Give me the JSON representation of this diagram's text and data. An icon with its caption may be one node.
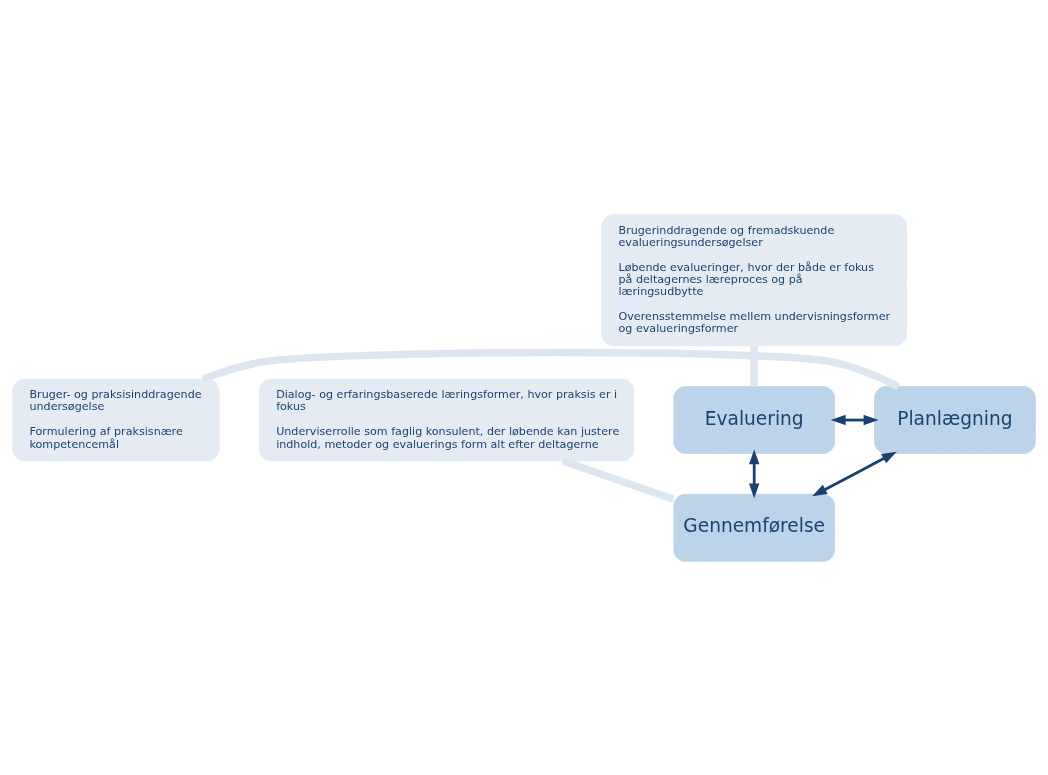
{
  "diagram": {
    "nodes": [
      {
        "text": [
          "Evaluering"
        ]
      },
      {
        "text": [
          "Planlægning"
        ]
      },
      {
        "text": [
          "Gennemførelse"
        ]
      },
      {
        "text": [
          "Brugerinddragende og fremadskuende evalueringsundersøgelser",
          "Løbende evalueringer, hvor der både er fokus på deltagernes læreproces og på læringsudbytte",
          "Overensstemmelse mellem undervisningsformer og evalueringsformer"
        ]
      },
      {
        "text": [
          "Bruger- og praksisinddragende undersøgelse",
          "Formulering af praksisnære kompetencemål"
        ]
      },
      {
        "text": [
          "Dialog- og erfaringsbaserede læringsformer, hvor praksis er i fokus",
          "Underviserrolle som faglig konsulent, der løbende kan justere indhold, metoder og evaluerings form alt efter deltagerne"
        ]
      }
    ],
    "edges": [
      {
        "from": 0,
        "to": 1,
        "arrow": "both",
        "color": "#1b426e"
      },
      {
        "from": 1,
        "to": 2,
        "arrow": "both",
        "color": "#1b426e"
      },
      {
        "from": 2,
        "to": 0,
        "arrow": "both",
        "color": "#1b426e"
      },
      {
        "from": 3,
        "to": 0,
        "arrow": "none",
        "style": "thick",
        "color": "#dde6f0"
      },
      {
        "from": 4,
        "to": 1,
        "arrow": "none",
        "style": "thick",
        "color": "#dde6f0"
      },
      {
        "from": 5,
        "to": 2,
        "arrow": "none",
        "style": "thick",
        "color": "#dde6f0"
      }
    ]
  }
}
